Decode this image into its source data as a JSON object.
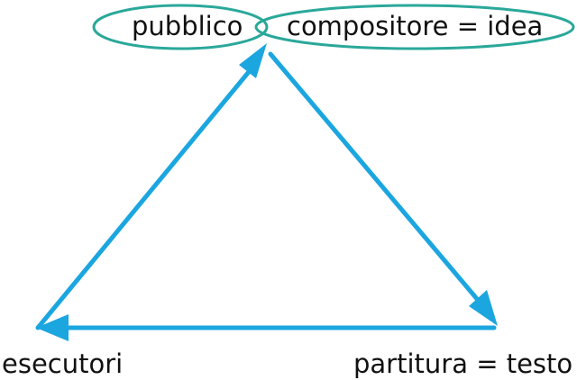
{
  "nodes": {
    "pubblico": "pubblico",
    "compositore": "compositore = idea",
    "esecutori": "esecutori",
    "partitura": "partitura = testo"
  },
  "colors": {
    "arrow": "#1ba6e0",
    "ellipse": "#2aa89a",
    "text": "#111111",
    "background": "#ffffff"
  }
}
